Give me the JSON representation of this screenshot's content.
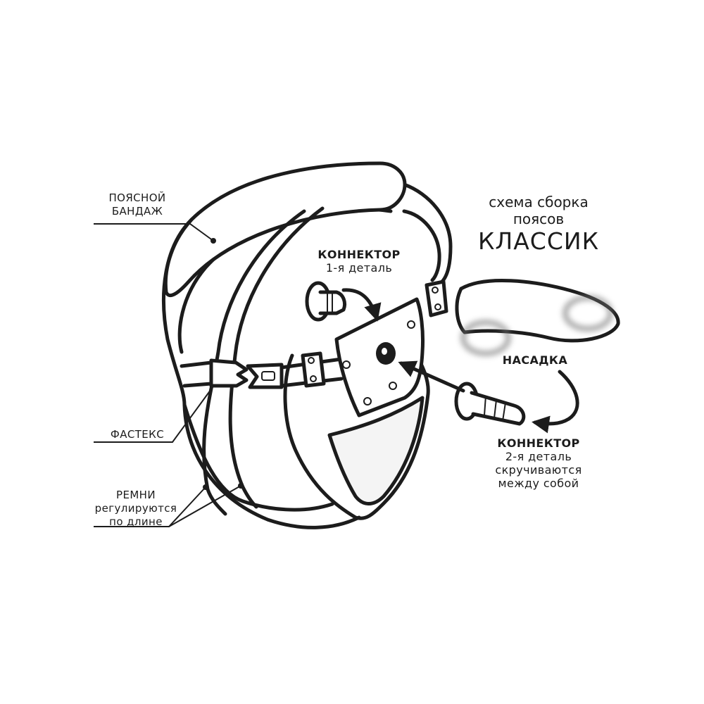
{
  "title": {
    "line1": "схема сборка",
    "line2": "поясов",
    "line3": "КЛАССИК"
  },
  "labels": {
    "waist_bandage": {
      "line1": "ПОЯСНОЙ",
      "line2": "БАНДАЖ"
    },
    "fastex": "ФАСТЕКС",
    "straps": {
      "line1": "РЕМНИ",
      "line2": "регулируются",
      "line3": "по длине"
    },
    "connector_1": {
      "title": "КОННЕКТОР",
      "sub": "1-я деталь"
    },
    "attachment": "НАСАДКА",
    "connector_2": {
      "title": "КОННЕКТОР",
      "sub1": "2-я деталь",
      "sub2": "скручиваются",
      "sub3": "между собой"
    }
  },
  "colors": {
    "ink": "#1c1c1c",
    "background": "#ffffff",
    "blur_gray": "#9a9a9a"
  }
}
